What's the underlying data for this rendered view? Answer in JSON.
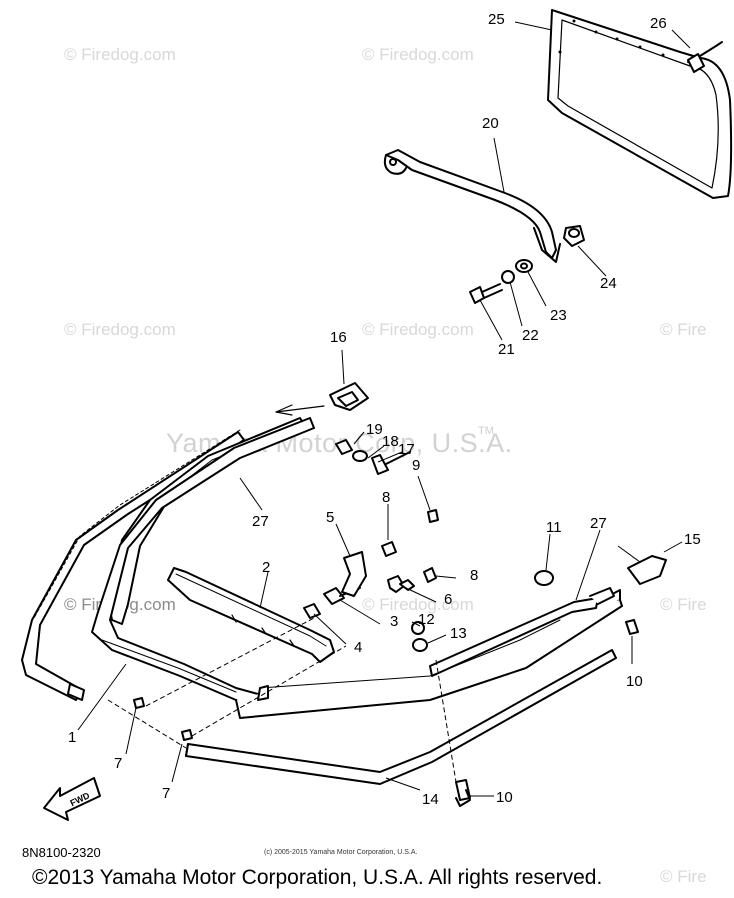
{
  "watermarks": {
    "firedog": "© Firedog.com",
    "firedog_cut": "© Fire",
    "yamaha": "Yamaha Motor Corp, U.S.A.",
    "tm": "TM"
  },
  "callouts": {
    "p1": "1",
    "p2": "2",
    "p3": "3",
    "p4": "4",
    "p5": "5",
    "p6": "6",
    "p7": "7",
    "p8": "8",
    "p9": "9",
    "p10": "10",
    "p11": "11",
    "p12": "12",
    "p13": "13",
    "p14": "14",
    "p15": "15",
    "p16": "16",
    "p17": "17",
    "p18": "18",
    "p19": "19",
    "p20": "20",
    "p21": "21",
    "p22": "22",
    "p23": "23",
    "p24": "24",
    "p25": "25",
    "p26": "26",
    "p27": "27"
  },
  "fwd_label": "FWD",
  "footer": {
    "part_number": "8N8100-2320",
    "small_copyright": "(c) 2005-2015 Yamaha Motor Corporation, U.S.A.",
    "copyright": "©2013 Yamaha Motor Corporation, U.S.A. All rights reserved."
  }
}
